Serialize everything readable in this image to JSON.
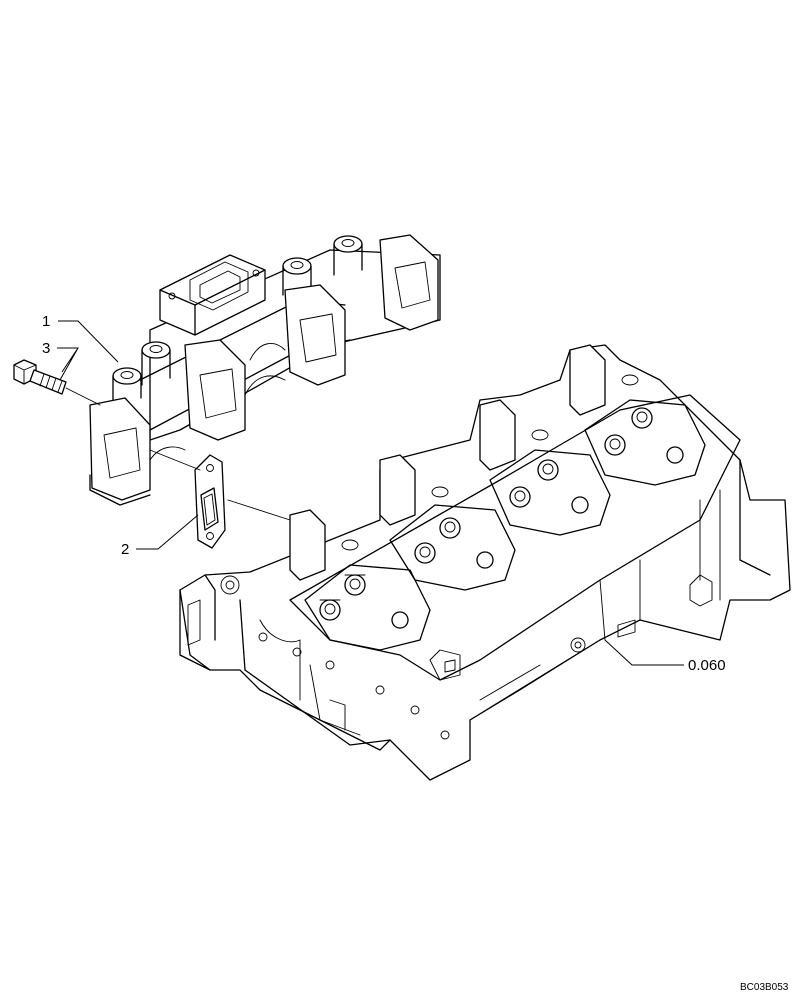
{
  "callouts": {
    "c1": "1",
    "c2": "2",
    "c3": "3",
    "c4": "0.060"
  },
  "drawing_code": "BC03B053"
}
